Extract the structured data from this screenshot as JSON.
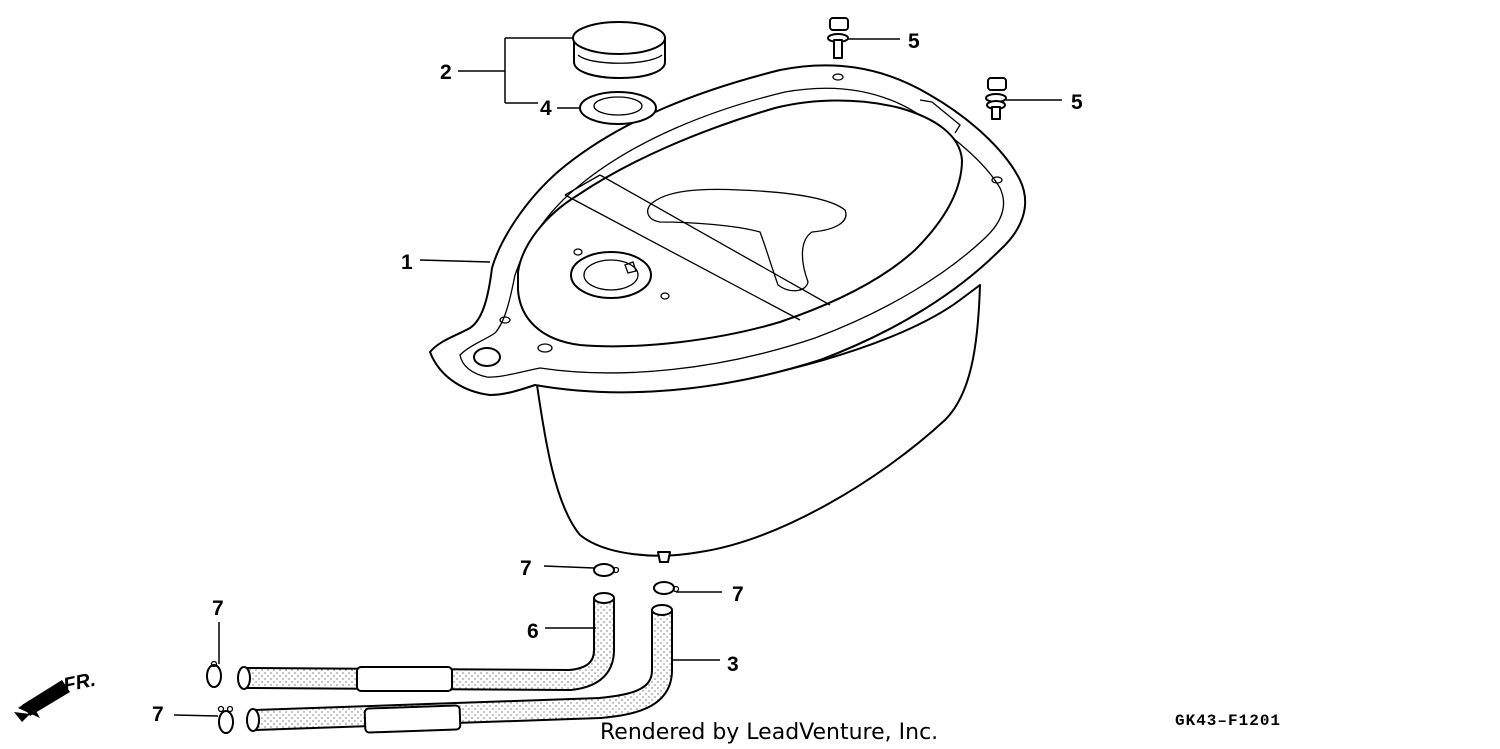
{
  "callouts": [
    {
      "id": "c2",
      "label": "2"
    },
    {
      "id": "c4",
      "label": "4"
    },
    {
      "id": "c1",
      "label": "1"
    },
    {
      "id": "c5a",
      "label": "5"
    },
    {
      "id": "c5b",
      "label": "5"
    },
    {
      "id": "c7a",
      "label": "7"
    },
    {
      "id": "c7b",
      "label": "7"
    },
    {
      "id": "c7c",
      "label": "7"
    },
    {
      "id": "c7d",
      "label": "7"
    },
    {
      "id": "c6",
      "label": "6"
    },
    {
      "id": "c3",
      "label": "3"
    }
  ],
  "direction": {
    "label": "FR."
  },
  "footer": {
    "credit": "Rendered by LeadVenture, Inc.",
    "code": "GK43–F1201"
  },
  "colors": {
    "line": "#000000",
    "background": "#ffffff"
  }
}
